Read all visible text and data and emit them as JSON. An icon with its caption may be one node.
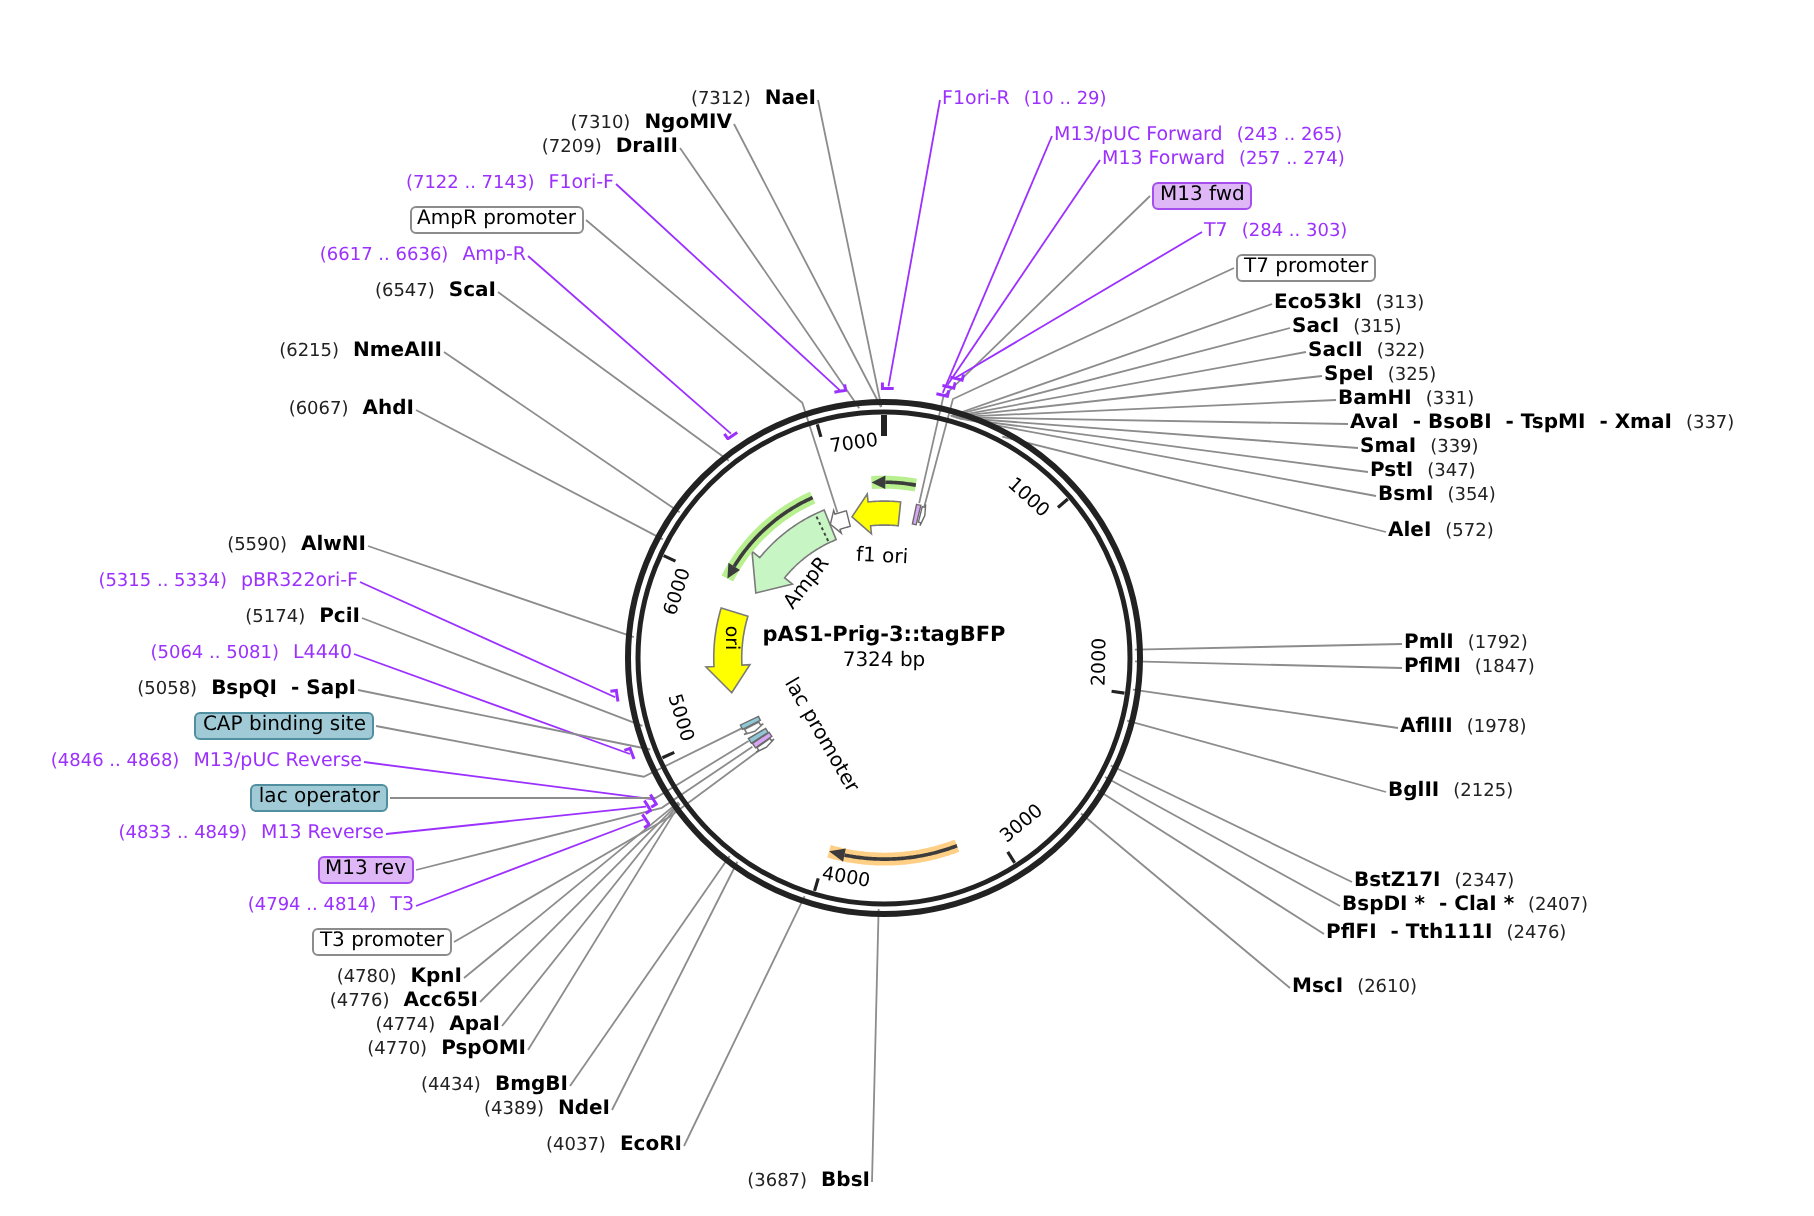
{
  "diagram": {
    "nodes": [
      {
        "text": [
          "pAS1-Prig-3::tagBFP",
          "7324 bp"
        ]
      },
      {
        "text": [
          "f1 ori"
        ],
        "in": 0
      },
      {
        "text": [
          "AmpR"
        ],
        "in": 0
      },
      {
        "text": [
          "ori"
        ],
        "in": 0
      },
      {
        "text": [
          "lac promoter"
        ],
        "in": 0
      },
      {
        "text": [
          "(7312)",
          "NaeI"
        ]
      },
      {
        "text": [
          "(7310)",
          "NgoMIV"
        ]
      },
      {
        "text": [
          "(7209)",
          "DraIII"
        ]
      },
      {
        "text": [
          "(7122 .. 7143)",
          "F1ori-F"
        ]
      },
      {
        "text": [
          "AmpR promoter"
        ]
      },
      {
        "text": [
          "(6617 .. 6636)",
          "Amp-R"
        ]
      },
      {
        "text": [
          "(6547)",
          "ScaI"
        ]
      },
      {
        "text": [
          "(6215)",
          "NmeAIII"
        ]
      },
      {
        "text": [
          "(6067)",
          "AhdI"
        ]
      },
      {
        "text": [
          "(5590)",
          "AlwNI"
        ]
      },
      {
        "text": [
          "(5315 .. 5334)",
          "pBR322ori-F"
        ]
      },
      {
        "text": [
          "(5174)",
          "PciI"
        ]
      },
      {
        "text": [
          "(5064 .. 5081)",
          "L4440"
        ]
      },
      {
        "text": [
          "(5058)",
          "BspQI",
          "- SapI"
        ]
      },
      {
        "text": [
          "CAP binding site"
        ]
      },
      {
        "text": [
          "(4846 .. 4868)",
          "M13/pUC Reverse"
        ]
      },
      {
        "text": [
          "lac operator"
        ]
      },
      {
        "text": [
          "(4833 .. 4849)",
          "M13 Reverse"
        ]
      },
      {
        "text": [
          "M13 rev"
        ]
      },
      {
        "text": [
          "(4794 .. 4814)",
          "T3"
        ]
      },
      {
        "text": [
          "T3 promoter"
        ]
      },
      {
        "text": [
          "(4780)",
          "KpnI"
        ]
      },
      {
        "text": [
          "(4776)",
          "Acc65I"
        ]
      },
      {
        "text": [
          "(4774)",
          "ApaI"
        ]
      },
      {
        "text": [
          "(4770)",
          "PspOMI"
        ]
      },
      {
        "text": [
          "(4434)",
          "BmgBI"
        ]
      },
      {
        "text": [
          "(4389)",
          "NdeI"
        ]
      },
      {
        "text": [
          "(4037)",
          "EcoRI"
        ]
      },
      {
        "text": [
          "(3687)",
          "BbsI"
        ]
      },
      {
        "text": [
          "F1ori-R",
          "(10 .. 29)"
        ]
      },
      {
        "text": [
          "M13/pUC Forward",
          "(243 .. 265)"
        ]
      },
      {
        "text": [
          "M13 Forward",
          "(257 .. 274)"
        ]
      },
      {
        "text": [
          "M13 fwd"
        ]
      },
      {
        "text": [
          "T7",
          "(284 .. 303)"
        ]
      },
      {
        "text": [
          "T7 promoter"
        ]
      },
      {
        "text": [
          "Eco53kI",
          "(313)"
        ]
      },
      {
        "text": [
          "SacI",
          "(315)"
        ]
      },
      {
        "text": [
          "SacII",
          "(322)"
        ]
      },
      {
        "text": [
          "SpeI",
          "(325)"
        ]
      },
      {
        "text": [
          "BamHI",
          "(331)"
        ]
      },
      {
        "text": [
          "AvaI",
          "- BsoBI",
          "- TspMI",
          "- XmaI",
          "(337)"
        ]
      },
      {
        "text": [
          "SmaI",
          "(339)"
        ]
      },
      {
        "text": [
          "PstI",
          "(347)"
        ]
      },
      {
        "text": [
          "BsmI",
          "(354)"
        ]
      },
      {
        "text": [
          "AleI",
          "(572)"
        ]
      },
      {
        "text": [
          "PmlI",
          "(1792)"
        ]
      },
      {
        "text": [
          "PflMI",
          "(1847)"
        ]
      },
      {
        "text": [
          "AflIII",
          "(1978)"
        ]
      },
      {
        "text": [
          "BglII",
          "(2125)"
        ]
      },
      {
        "text": [
          "BstZ17I",
          "(2347)"
        ]
      },
      {
        "text": [
          "BspDI *",
          "- ClaI *",
          "(2407)"
        ]
      },
      {
        "text": [
          "PflFI",
          "- Tth111I",
          "(2476)"
        ]
      },
      {
        "text": [
          "MscI",
          "(2610)"
        ]
      },
      {
        "text": [],
        "shape": "bar"
      },
      {
        "text": [],
        "shape": "arrow",
        "in": 0
      },
      {
        "text": [],
        "shape": "bar"
      },
      {
        "text": [],
        "shape": "bar"
      },
      {
        "text": [],
        "shape": "bar"
      },
      {
        "text": [],
        "shape": "bar",
        "in": 0
      },
      {
        "text": [],
        "shape": "bar"
      },
      {
        "text": [],
        "shape": "bar",
        "in": 0
      },
      {
        "text": [],
        "shape": "bar"
      },
      {
        "text": [],
        "shape": "bar",
        "in": 0
      },
      {
        "text": [],
        "shape": "bar"
      },
      {
        "text": [],
        "shape": "arrow",
        "in": 0
      },
      {
        "text": [],
        "shape": "bar"
      },
      {
        "text": [],
        "shape": "bar"
      },
      {
        "text": [],
        "shape": "bar"
      },
      {
        "text": [],
        "shape": "bar",
        "in": 0
      },
      {
        "text": [],
        "shape": "bar"
      },
      {
        "text": [],
        "shape": "arrow",
        "in": 0
      },
      {
        "text": [],
        "shape": "arrow",
        "in": 0
      },
      {
        "text": [],
        "shape": "arrow",
        "in": 0
      },
      {
        "text": [],
        "shape": "arrow",
        "in": 0
      }
    ],
    "edges": [
      {
        "from": 5,
        "to": 0,
        "arrow": "none"
      },
      {
        "from": 6,
        "to": 0,
        "arrow": "none"
      },
      {
        "from": 7,
        "to": 0,
        "arrow": "none"
      },
      {
        "from": 8,
        "to": 58,
        "arrow": "none",
        "color": "#9b30ff"
      },
      {
        "from": 9,
        "to": 59,
        "arrow": "none"
      },
      {
        "from": 10,
        "to": 60,
        "arrow": "none",
        "color": "#9b30ff"
      },
      {
        "from": 11,
        "to": 0,
        "arrow": "none"
      },
      {
        "from": 12,
        "to": 0,
        "arrow": "none"
      },
      {
        "from": 13,
        "to": 0,
        "arrow": "none"
      },
      {
        "from": 14,
        "to": 0,
        "arrow": "none"
      },
      {
        "from": 15,
        "to": 61,
        "arrow": "none",
        "color": "#9b30ff"
      },
      {
        "from": 16,
        "to": 0,
        "arrow": "none"
      },
      {
        "from": 17,
        "to": 62,
        "arrow": "none",
        "color": "#9b30ff"
      },
      {
        "from": 18,
        "to": 0,
        "arrow": "none"
      },
      {
        "from": 19,
        "to": 63,
        "arrow": "none"
      },
      {
        "from": 20,
        "to": 64,
        "arrow": "none",
        "color": "#9b30ff"
      },
      {
        "from": 21,
        "to": 65,
        "arrow": "none"
      },
      {
        "from": 22,
        "to": 66,
        "arrow": "none",
        "color": "#9b30ff"
      },
      {
        "from": 23,
        "to": 67,
        "arrow": "none"
      },
      {
        "from": 24,
        "to": 68,
        "arrow": "none",
        "color": "#9b30ff"
      },
      {
        "from": 25,
        "to": 69,
        "arrow": "none"
      },
      {
        "from": 26,
        "to": 0,
        "arrow": "none"
      },
      {
        "from": 27,
        "to": 0,
        "arrow": "none"
      },
      {
        "from": 28,
        "to": 0,
        "arrow": "none"
      },
      {
        "from": 29,
        "to": 0,
        "arrow": "none"
      },
      {
        "from": 30,
        "to": 0,
        "arrow": "none"
      },
      {
        "from": 31,
        "to": 0,
        "arrow": "none"
      },
      {
        "from": 32,
        "to": 0,
        "arrow": "none"
      },
      {
        "from": 33,
        "to": 0,
        "arrow": "none"
      },
      {
        "from": 34,
        "to": 70,
        "arrow": "none",
        "color": "#9b30ff"
      },
      {
        "from": 35,
        "to": 71,
        "arrow": "none",
        "color": "#9b30ff"
      },
      {
        "from": 36,
        "to": 72,
        "arrow": "none",
        "color": "#9b30ff"
      },
      {
        "from": 37,
        "to": 73,
        "arrow": "none"
      },
      {
        "from": 38,
        "to": 74,
        "arrow": "none",
        "color": "#9b30ff"
      },
      {
        "from": 39,
        "to": 75,
        "arrow": "none"
      },
      {
        "from": 40,
        "to": 0,
        "arrow": "none"
      },
      {
        "from": 41,
        "to": 0,
        "arrow": "none"
      },
      {
        "from": 42,
        "to": 0,
        "arrow": "none"
      },
      {
        "from": 43,
        "to": 0,
        "arrow": "none"
      },
      {
        "from": 44,
        "to": 0,
        "arrow": "none"
      },
      {
        "from": 45,
        "to": 0,
        "arrow": "none"
      },
      {
        "from": 46,
        "to": 0,
        "arrow": "none"
      },
      {
        "from": 47,
        "to": 0,
        "arrow": "none"
      },
      {
        "from": 48,
        "to": 0,
        "arrow": "none"
      },
      {
        "from": 49,
        "to": 0,
        "arrow": "none"
      },
      {
        "from": 50,
        "to": 0,
        "arrow": "none"
      },
      {
        "from": 51,
        "to": 0,
        "arrow": "none"
      },
      {
        "from": 52,
        "to": 0,
        "arrow": "none"
      },
      {
        "from": 53,
        "to": 0,
        "arrow": "none"
      },
      {
        "from": 54,
        "to": 0,
        "arrow": "none"
      },
      {
        "from": 55,
        "to": 0,
        "arrow": "none"
      },
      {
        "from": 56,
        "to": 0,
        "arrow": "none"
      },
      {
        "from": 57,
        "to": 0,
        "arrow": "none"
      }
    ],
    "labels": [
      "1000",
      "2000",
      "3000",
      "4000",
      "5000",
      "6000",
      "7000"
    ]
  }
}
